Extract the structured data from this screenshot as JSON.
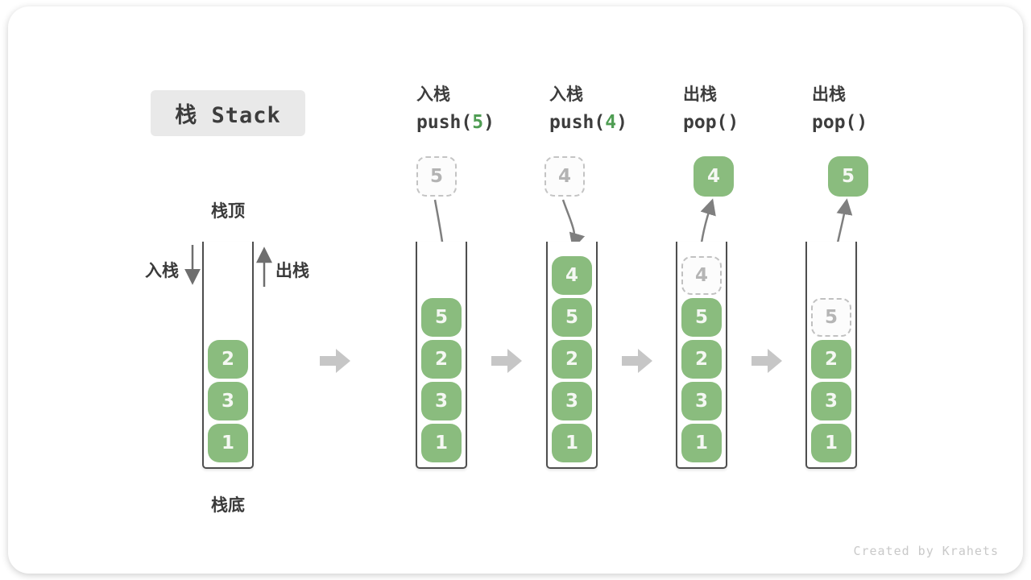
{
  "title": "栈 Stack",
  "labels": {
    "stack_top": "栈顶",
    "stack_bottom": "栈底",
    "push_direction": "入栈",
    "pop_direction": "出栈"
  },
  "operations": [
    {
      "name": "入栈",
      "code_pre": "push(",
      "code_arg": "5",
      "code_post": ")"
    },
    {
      "name": "入栈",
      "code_pre": "push(",
      "code_arg": "4",
      "code_post": ")"
    },
    {
      "name": "出栈",
      "code_pre": "pop(",
      "code_arg": "",
      "code_post": ")"
    },
    {
      "name": "出栈",
      "code_pre": "pop(",
      "code_arg": "",
      "code_post": ")"
    }
  ],
  "stacks": [
    {
      "items": [
        "2",
        "3",
        "1"
      ],
      "ghost": null,
      "floating": null
    },
    {
      "items": [
        "5",
        "2",
        "3",
        "1"
      ],
      "ghost": null,
      "floating": {
        "value": "5",
        "style": "dashed"
      }
    },
    {
      "items": [
        "4",
        "5",
        "2",
        "3",
        "1"
      ],
      "ghost": null,
      "floating": {
        "value": "4",
        "style": "dashed"
      }
    },
    {
      "items": [
        "5",
        "2",
        "3",
        "1"
      ],
      "ghost": "4",
      "floating": {
        "value": "4",
        "style": "solid"
      }
    },
    {
      "items": [
        "2",
        "3",
        "1"
      ],
      "ghost": "5",
      "floating": {
        "value": "5",
        "style": "solid"
      }
    }
  ],
  "watermark": "Created by Krahets",
  "colors": {
    "box_green": "#8abc7e",
    "code_arg_green": "#4f9d53",
    "text_dark": "#3c3c3c",
    "ghost_gray": "#b5b5b5",
    "wall_gray": "#4e4e4e",
    "flow_arrow_gray": "#c6c6c6",
    "curve_arrow_gray": "#7f7f7f",
    "title_bg": "#e9e9e9",
    "watermark_gray": "#c9c9c9"
  }
}
